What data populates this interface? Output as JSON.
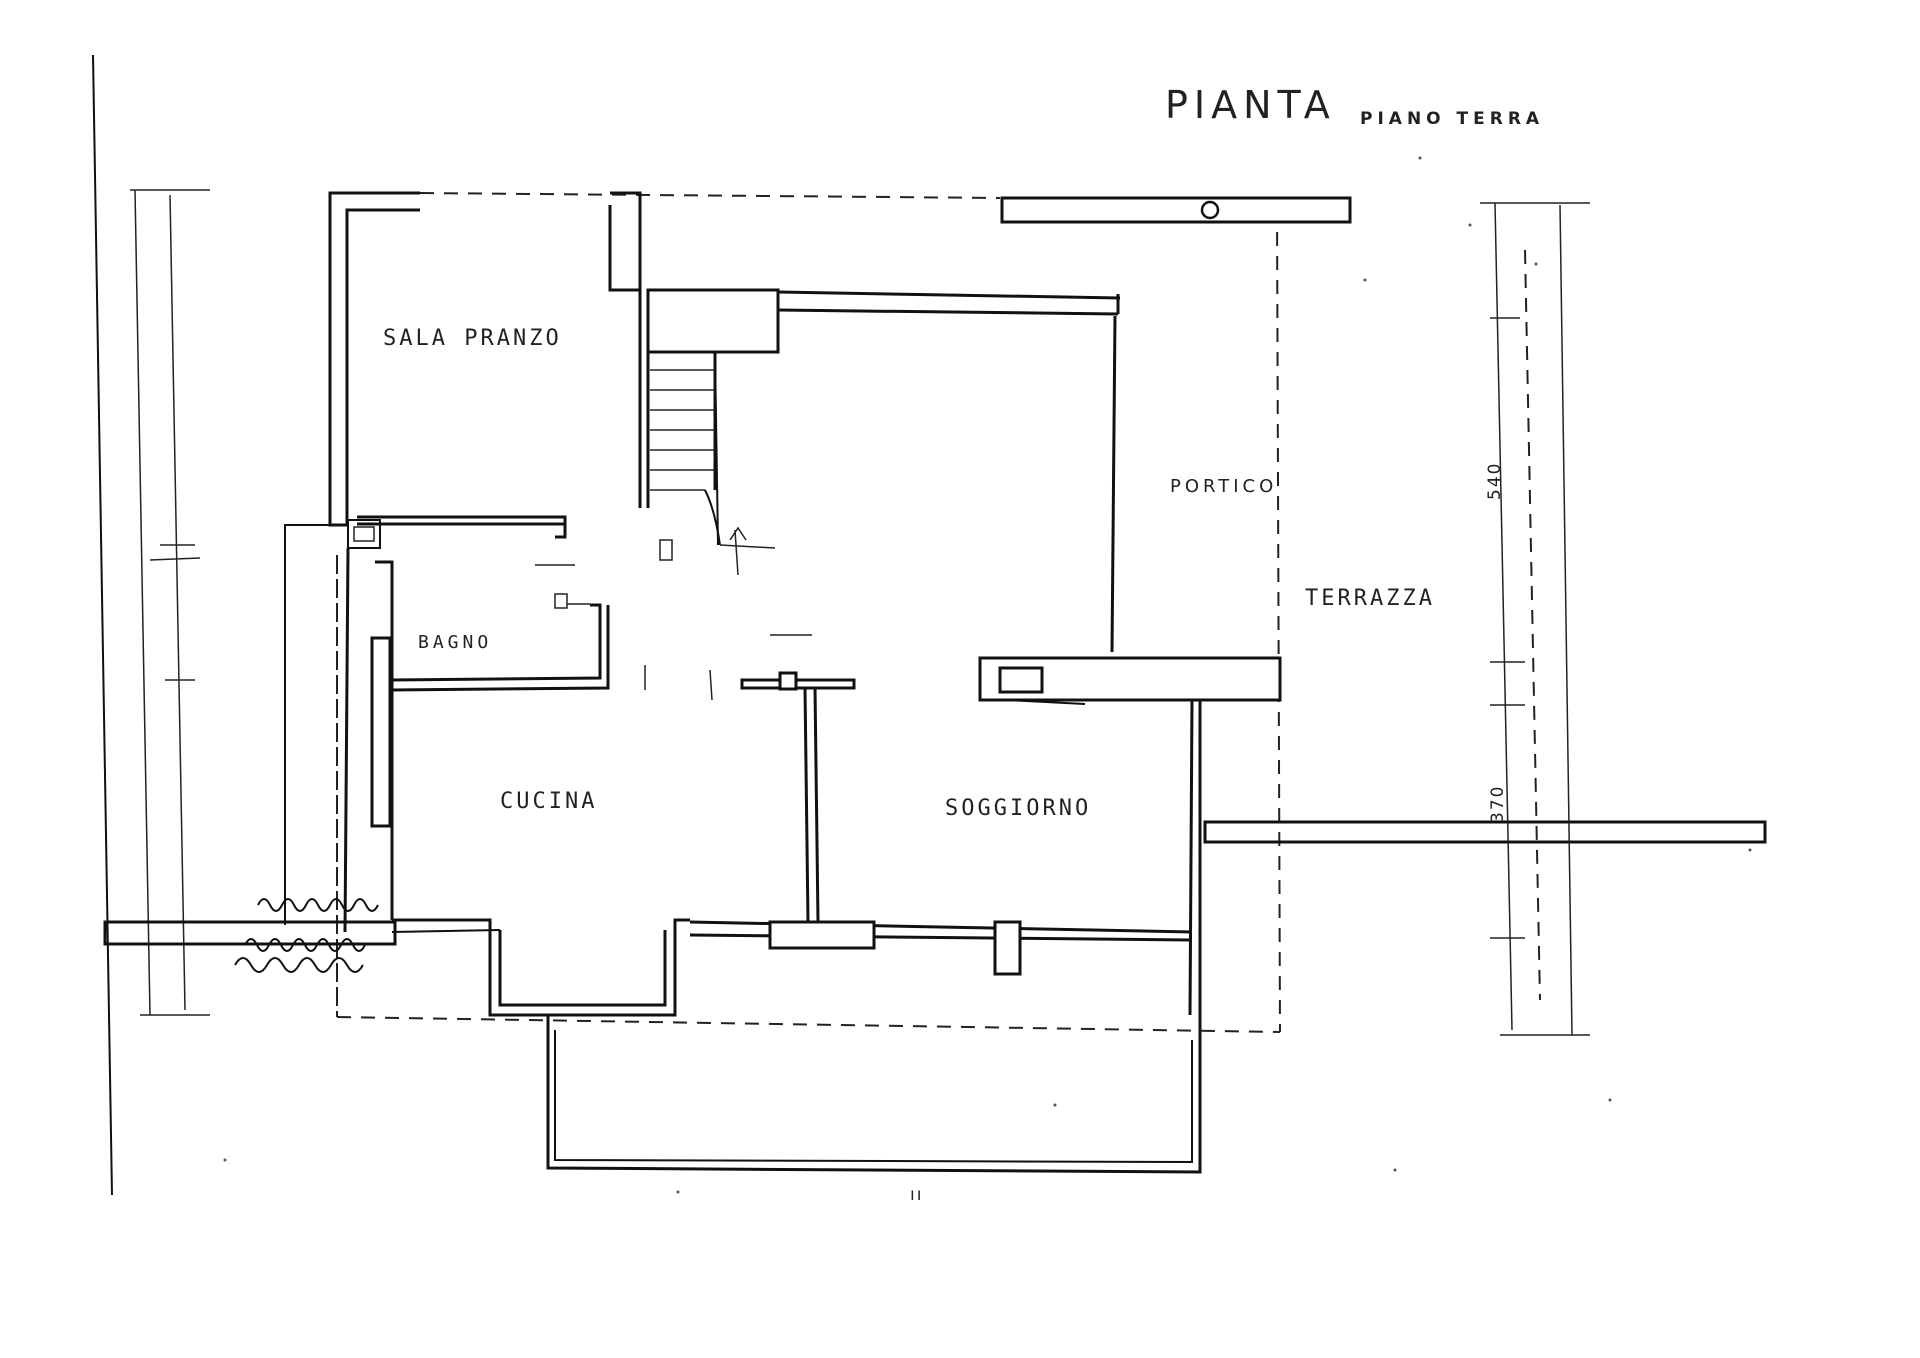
{
  "title": {
    "main": "PIANTA",
    "sub": "PIANO TERRA"
  },
  "rooms": {
    "sala_pranzo": "SALA PRANZO",
    "bagno": "BAGNO",
    "cucina": "CUCINA",
    "soggiorno": "SOGGIORNO",
    "portico": "PORTICO",
    "terrazza": "TERRAZZA"
  },
  "dimensions": {
    "upper": "540",
    "lower": "370"
  },
  "marks": {
    "bottom": "ıı"
  }
}
